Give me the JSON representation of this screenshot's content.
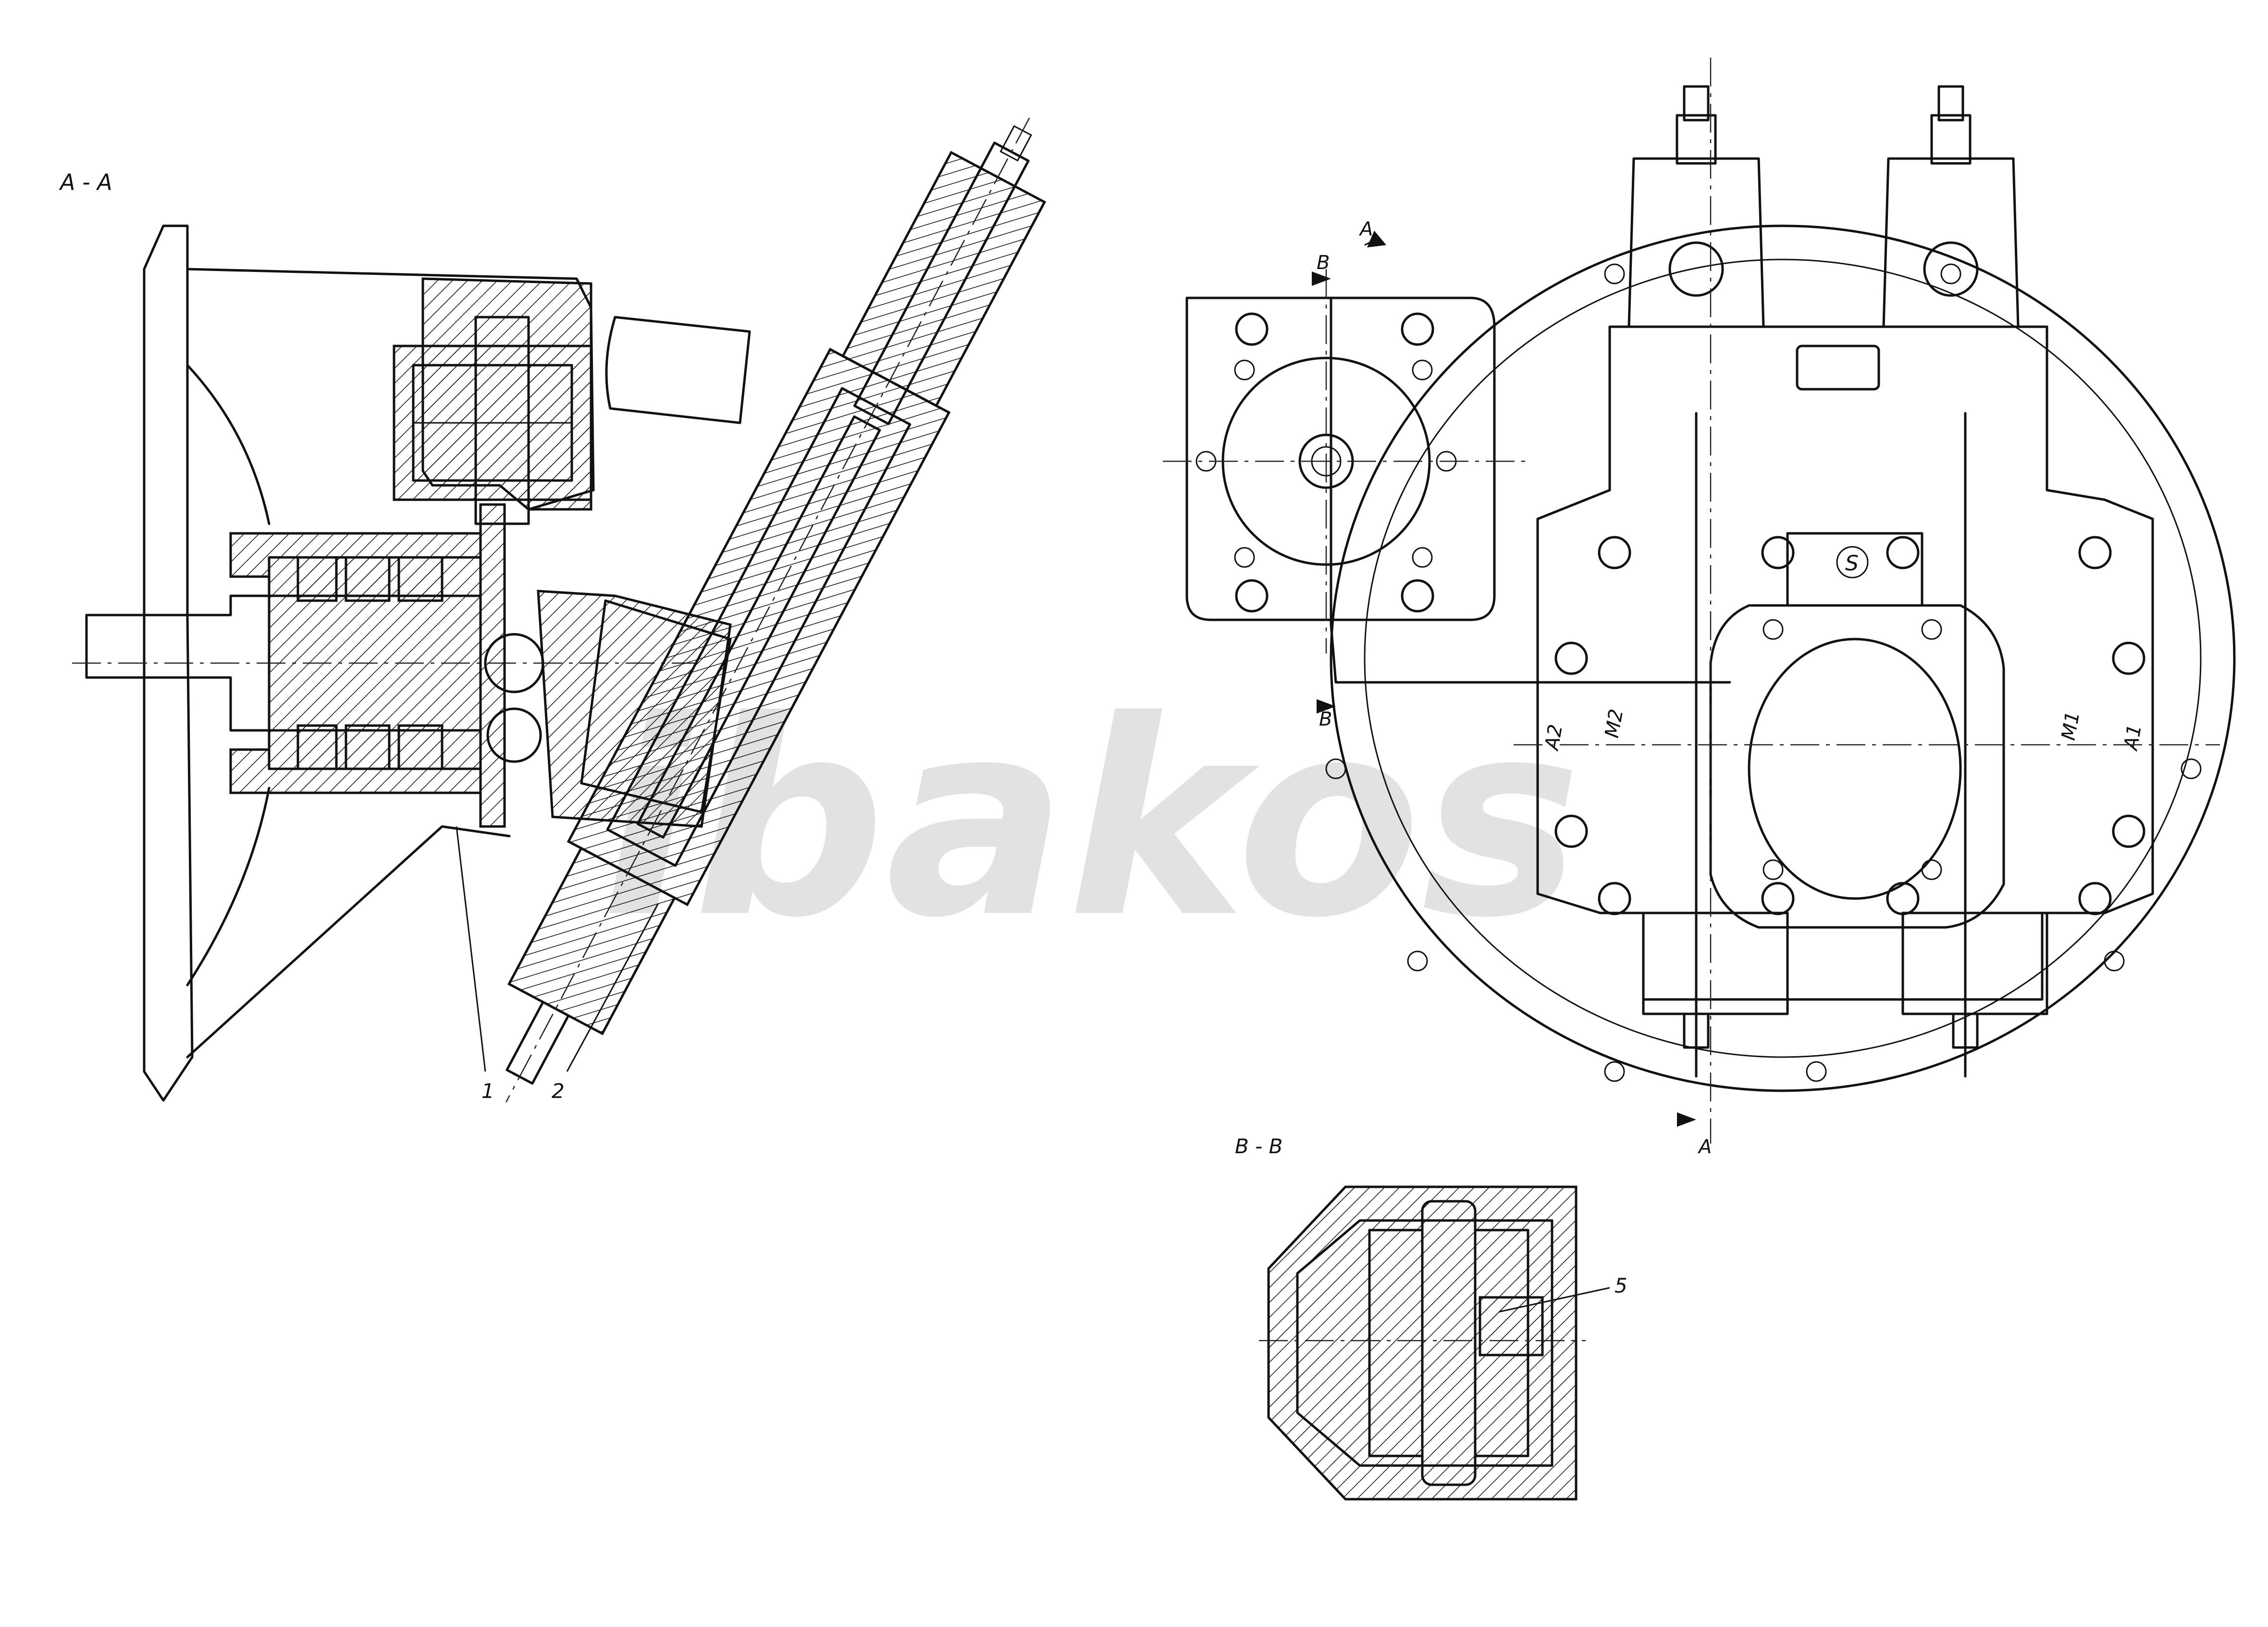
{
  "labels": {
    "section_aa": "A - A",
    "section_bb": "B - B",
    "cut_a": "A",
    "cut_b": "B",
    "port_a1": "A1",
    "port_a2": "A2",
    "port_m1": "M1",
    "port_m2": "M2",
    "port_s": "S"
  },
  "callouts": [
    "1",
    "2",
    "5"
  ],
  "watermark": "ibakos"
}
